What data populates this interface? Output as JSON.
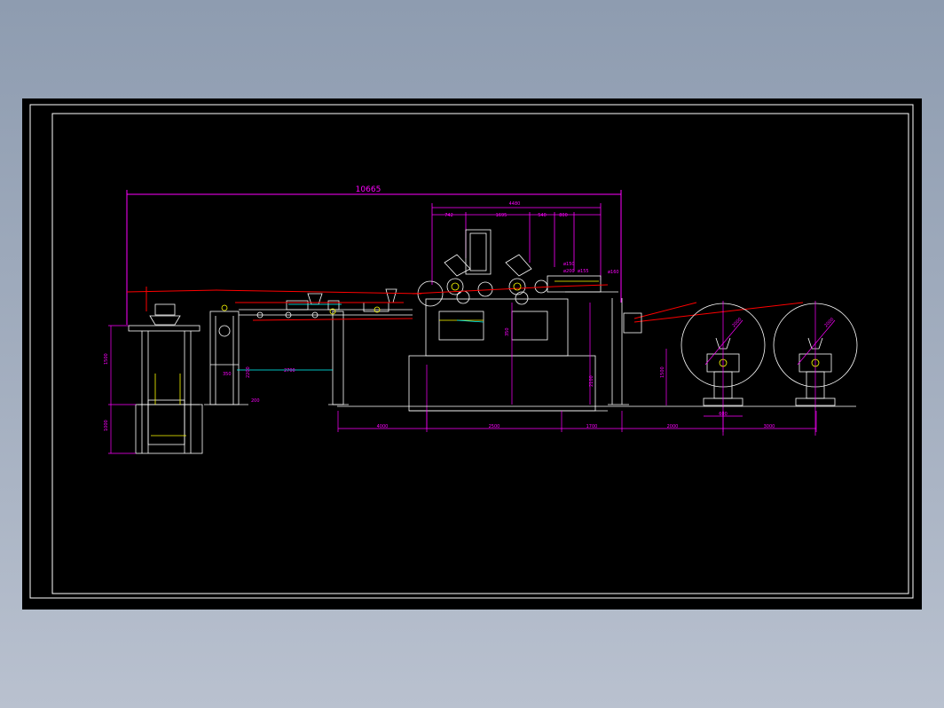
{
  "drawing": {
    "overall_length": "10665",
    "colors": {
      "background": "#000000",
      "frame": "#ffffff",
      "dimension": "#ff00ff",
      "machine_outline": "#ffffff",
      "material_line": "#ff0000",
      "highlight": "#ffff00",
      "detail": "#00ffff"
    },
    "dimensions_top": {
      "section_1": "742",
      "section_2": "1695",
      "section_3": "540",
      "section_4": "800",
      "subtotal": "4480"
    },
    "roll_callouts": [
      "ø150",
      "ø200",
      "ø155",
      "ø160"
    ],
    "vertical_dims": {
      "stand_height": "1500",
      "pit_depth": "1000",
      "feeder_height": "350",
      "machine_height": "2100",
      "reel_height": "1500",
      "mid_height": "2200"
    },
    "horizontal_dims_bottom": [
      "4000",
      "2500",
      "1700",
      "2000",
      "3000"
    ],
    "conveyor_span": "2700",
    "small_dims": [
      "350",
      "200",
      "600"
    ],
    "reel_diameters": [
      "2000",
      "2000"
    ]
  }
}
